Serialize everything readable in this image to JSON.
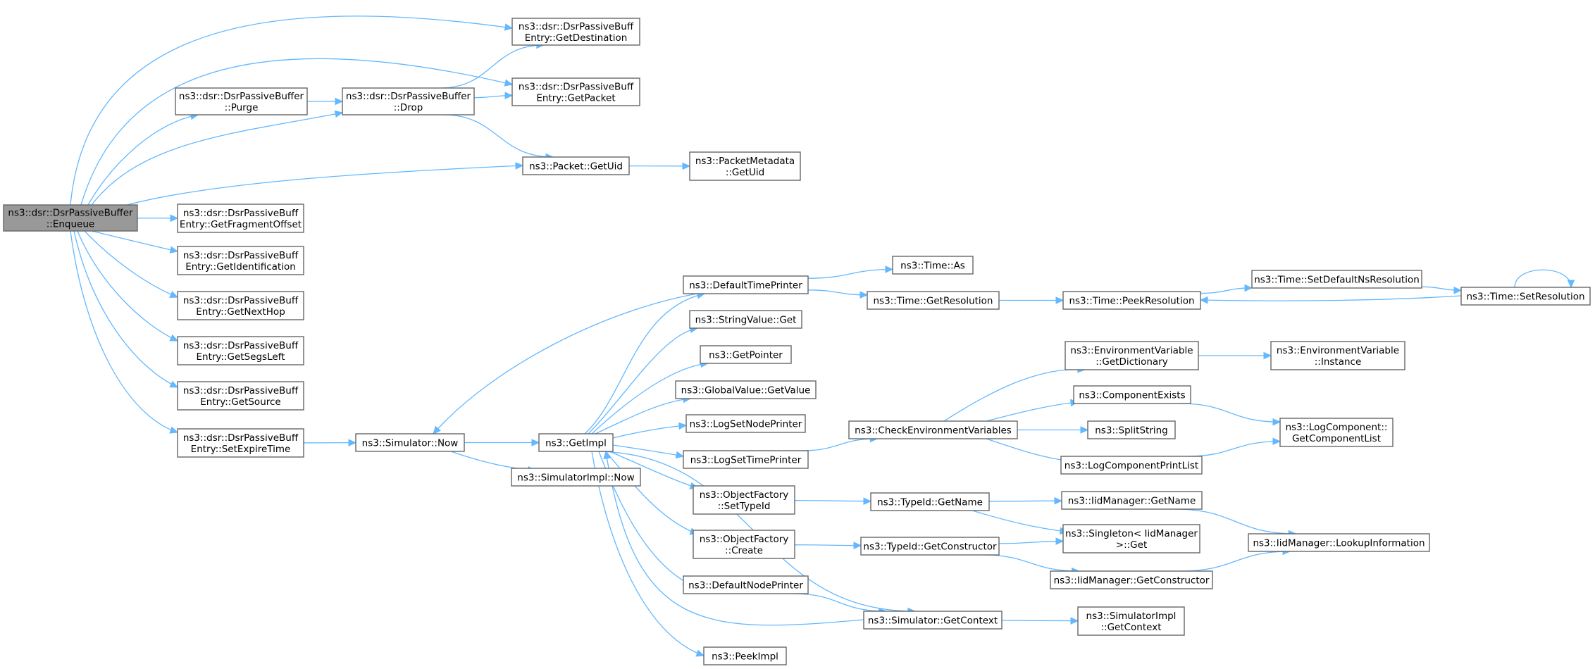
{
  "diagram": {
    "type": "call-graph",
    "root": "enqueue",
    "nodes": [
      {
        "id": "enqueue",
        "lines": [
          "ns3::dsr::DsrPassiveBuffer",
          "::Enqueue"
        ],
        "root": true
      },
      {
        "id": "getDestination",
        "lines": [
          "ns3::dsr::DsrPassiveBuff",
          "Entry::GetDestination"
        ]
      },
      {
        "id": "getPacket",
        "lines": [
          "ns3::dsr::DsrPassiveBuff",
          "Entry::GetPacket"
        ]
      },
      {
        "id": "purge",
        "lines": [
          "ns3::dsr::DsrPassiveBuffer",
          "::Purge"
        ]
      },
      {
        "id": "drop",
        "lines": [
          "ns3::dsr::DsrPassiveBuffer",
          "::Drop"
        ]
      },
      {
        "id": "packetGetUid",
        "lines": [
          "ns3::Packet::GetUid"
        ]
      },
      {
        "id": "metadataGetUid",
        "lines": [
          "ns3::PacketMetadata",
          "::GetUid"
        ]
      },
      {
        "id": "getFragmentOffset",
        "lines": [
          "ns3::dsr::DsrPassiveBuff",
          "Entry::GetFragmentOffset"
        ]
      },
      {
        "id": "getIdentification",
        "lines": [
          "ns3::dsr::DsrPassiveBuff",
          "Entry::GetIdentification"
        ]
      },
      {
        "id": "getNextHop",
        "lines": [
          "ns3::dsr::DsrPassiveBuff",
          "Entry::GetNextHop"
        ]
      },
      {
        "id": "getSegsLeft",
        "lines": [
          "ns3::dsr::DsrPassiveBuff",
          "Entry::GetSegsLeft"
        ]
      },
      {
        "id": "getSource",
        "lines": [
          "ns3::dsr::DsrPassiveBuff",
          "Entry::GetSource"
        ]
      },
      {
        "id": "setExpireTime",
        "lines": [
          "ns3::dsr::DsrPassiveBuff",
          "Entry::SetExpireTime"
        ]
      },
      {
        "id": "simulatorNow",
        "lines": [
          "ns3::Simulator::Now"
        ]
      },
      {
        "id": "getImpl",
        "lines": [
          "ns3::GetImpl"
        ]
      },
      {
        "id": "simImplNow",
        "lines": [
          "ns3::SimulatorImpl::Now"
        ]
      },
      {
        "id": "defaultTimePrinter",
        "lines": [
          "ns3::DefaultTimePrinter"
        ]
      },
      {
        "id": "timeAs",
        "lines": [
          "ns3::Time::As"
        ]
      },
      {
        "id": "timeGetResolution",
        "lines": [
          "ns3::Time::GetResolution"
        ]
      },
      {
        "id": "timePeekResolution",
        "lines": [
          "ns3::Time::PeekResolution"
        ]
      },
      {
        "id": "timeSetDefaultNs",
        "lines": [
          "ns3::Time::SetDefaultNsResolution"
        ]
      },
      {
        "id": "timeSetResolution",
        "lines": [
          "ns3::Time::SetResolution"
        ]
      },
      {
        "id": "stringValueGet",
        "lines": [
          "ns3::StringValue::Get"
        ]
      },
      {
        "id": "getPointer",
        "lines": [
          "ns3::GetPointer"
        ]
      },
      {
        "id": "globalValueGetValue",
        "lines": [
          "ns3::GlobalValue::GetValue"
        ]
      },
      {
        "id": "logSetNodePrinter",
        "lines": [
          "ns3::LogSetNodePrinter"
        ]
      },
      {
        "id": "logSetTimePrinter",
        "lines": [
          "ns3::LogSetTimePrinter"
        ]
      },
      {
        "id": "checkEnvVars",
        "lines": [
          "ns3::CheckEnvironmentVariables"
        ]
      },
      {
        "id": "envVarGetDictionary",
        "lines": [
          "ns3::EnvironmentVariable",
          "::GetDictionary"
        ]
      },
      {
        "id": "envVarInstance",
        "lines": [
          "ns3::EnvironmentVariable",
          "::Instance"
        ]
      },
      {
        "id": "componentExists",
        "lines": [
          "ns3::ComponentExists"
        ]
      },
      {
        "id": "splitString",
        "lines": [
          "ns3::SplitString"
        ]
      },
      {
        "id": "logComponentPrintList",
        "lines": [
          "ns3::LogComponentPrintList"
        ]
      },
      {
        "id": "logComponentGetList",
        "lines": [
          "ns3::LogComponent::",
          "GetComponentList"
        ]
      },
      {
        "id": "objFactorySetTypeId",
        "lines": [
          "ns3::ObjectFactory",
          "::SetTypeId"
        ]
      },
      {
        "id": "typeIdGetName",
        "lines": [
          "ns3::TypeId::GetName"
        ]
      },
      {
        "id": "iidMgrGetName",
        "lines": [
          "ns3::IidManager::GetName"
        ]
      },
      {
        "id": "singletonGet",
        "lines": [
          "ns3::Singleton< IidManager",
          " >::Get"
        ]
      },
      {
        "id": "iidMgrLookup",
        "lines": [
          "ns3::IidManager::LookupInformation"
        ]
      },
      {
        "id": "objFactoryCreate",
        "lines": [
          "ns3::ObjectFactory",
          "::Create"
        ]
      },
      {
        "id": "typeIdGetConstructor",
        "lines": [
          "ns3::TypeId::GetConstructor"
        ]
      },
      {
        "id": "iidMgrGetConstructor",
        "lines": [
          "ns3::IidManager::GetConstructor"
        ]
      },
      {
        "id": "defaultNodePrinter",
        "lines": [
          "ns3::DefaultNodePrinter"
        ]
      },
      {
        "id": "simulatorGetContext",
        "lines": [
          "ns3::Simulator::GetContext"
        ]
      },
      {
        "id": "simImplGetContext",
        "lines": [
          "ns3::SimulatorImpl",
          "::GetContext"
        ]
      },
      {
        "id": "peekImpl",
        "lines": [
          "ns3::PeekImpl"
        ]
      }
    ],
    "edges": [
      [
        "enqueue",
        "getDestination"
      ],
      [
        "enqueue",
        "getPacket"
      ],
      [
        "enqueue",
        "purge"
      ],
      [
        "enqueue",
        "drop"
      ],
      [
        "enqueue",
        "packetGetUid"
      ],
      [
        "enqueue",
        "getFragmentOffset"
      ],
      [
        "enqueue",
        "getIdentification"
      ],
      [
        "enqueue",
        "getNextHop"
      ],
      [
        "enqueue",
        "getSegsLeft"
      ],
      [
        "enqueue",
        "getSource"
      ],
      [
        "enqueue",
        "setExpireTime"
      ],
      [
        "purge",
        "drop"
      ],
      [
        "drop",
        "getDestination"
      ],
      [
        "drop",
        "getPacket"
      ],
      [
        "drop",
        "packetGetUid"
      ],
      [
        "packetGetUid",
        "metadataGetUid"
      ],
      [
        "setExpireTime",
        "simulatorNow"
      ],
      [
        "simulatorNow",
        "getImpl"
      ],
      [
        "simulatorNow",
        "simImplNow"
      ],
      [
        "getImpl",
        "defaultTimePrinter"
      ],
      [
        "getImpl",
        "stringValueGet"
      ],
      [
        "getImpl",
        "getPointer"
      ],
      [
        "getImpl",
        "globalValueGetValue"
      ],
      [
        "getImpl",
        "logSetNodePrinter"
      ],
      [
        "getImpl",
        "logSetTimePrinter"
      ],
      [
        "getImpl",
        "objFactorySetTypeId"
      ],
      [
        "getImpl",
        "objFactoryCreate"
      ],
      [
        "getImpl",
        "defaultNodePrinter"
      ],
      [
        "getImpl",
        "simulatorGetContext"
      ],
      [
        "getImpl",
        "peekImpl"
      ],
      [
        "defaultTimePrinter",
        "simulatorNow"
      ],
      [
        "defaultTimePrinter",
        "timeAs"
      ],
      [
        "defaultTimePrinter",
        "timeGetResolution"
      ],
      [
        "timeGetResolution",
        "timePeekResolution"
      ],
      [
        "timePeekResolution",
        "timeSetDefaultNs"
      ],
      [
        "timeSetDefaultNs",
        "timeSetResolution"
      ],
      [
        "timeSetResolution",
        "timePeekResolution"
      ],
      [
        "timeSetResolution",
        "timeSetResolution"
      ],
      [
        "logSetTimePrinter",
        "checkEnvVars"
      ],
      [
        "checkEnvVars",
        "envVarGetDictionary"
      ],
      [
        "checkEnvVars",
        "componentExists"
      ],
      [
        "checkEnvVars",
        "splitString"
      ],
      [
        "checkEnvVars",
        "logComponentPrintList"
      ],
      [
        "envVarGetDictionary",
        "envVarInstance"
      ],
      [
        "componentExists",
        "logComponentGetList"
      ],
      [
        "logComponentPrintList",
        "logComponentGetList"
      ],
      [
        "objFactorySetTypeId",
        "typeIdGetName"
      ],
      [
        "typeIdGetName",
        "iidMgrGetName"
      ],
      [
        "typeIdGetName",
        "singletonGet"
      ],
      [
        "iidMgrGetName",
        "iidMgrLookup"
      ],
      [
        "objFactoryCreate",
        "typeIdGetConstructor"
      ],
      [
        "typeIdGetConstructor",
        "singletonGet"
      ],
      [
        "typeIdGetConstructor",
        "iidMgrGetConstructor"
      ],
      [
        "iidMgrGetConstructor",
        "iidMgrLookup"
      ],
      [
        "defaultNodePrinter",
        "simulatorGetContext"
      ],
      [
        "simulatorGetContext",
        "getImpl"
      ],
      [
        "simulatorGetContext",
        "simImplGetContext"
      ]
    ]
  }
}
